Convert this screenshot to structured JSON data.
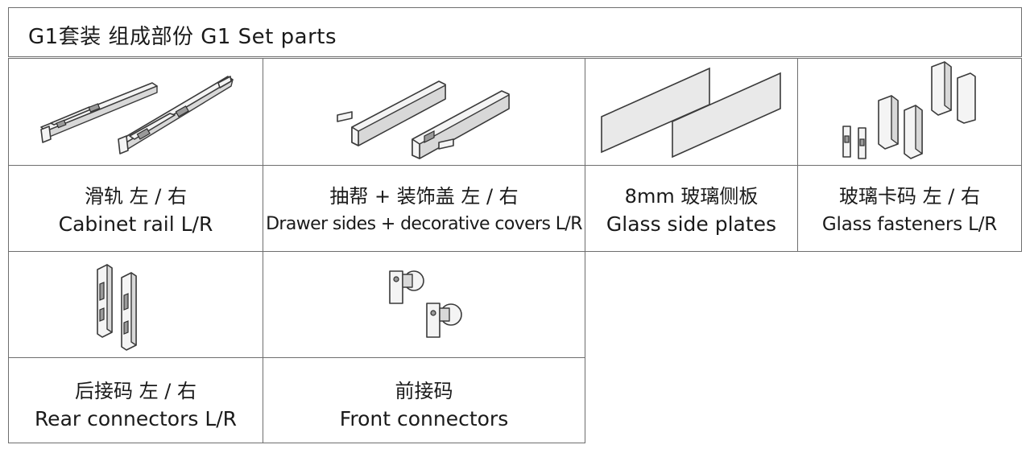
{
  "title": "G1套装  组成部份   G1 Set parts",
  "parts": [
    {
      "zh": "滑轨 左 / 右",
      "en": "Cabinet rail  L/R"
    },
    {
      "zh": "抽帮 + 装饰盖 左 / 右",
      "en": "Drawer sides + decorative covers  L/R"
    },
    {
      "zh": "8mm 玻璃侧板",
      "en": "Glass side plates"
    },
    {
      "zh": "玻璃卡码  左 / 右",
      "en": "Glass fasteners L/R"
    },
    {
      "zh": "后接码 左 / 右",
      "en": "Rear connectors  L/R"
    },
    {
      "zh": "前接码",
      "en": "Front connectors"
    }
  ],
  "icons": [
    "cabinet-rail-image",
    "drawer-sides-image",
    "glass-plates-image",
    "glass-fasteners-image",
    "rear-connectors-image",
    "front-connectors-image"
  ]
}
